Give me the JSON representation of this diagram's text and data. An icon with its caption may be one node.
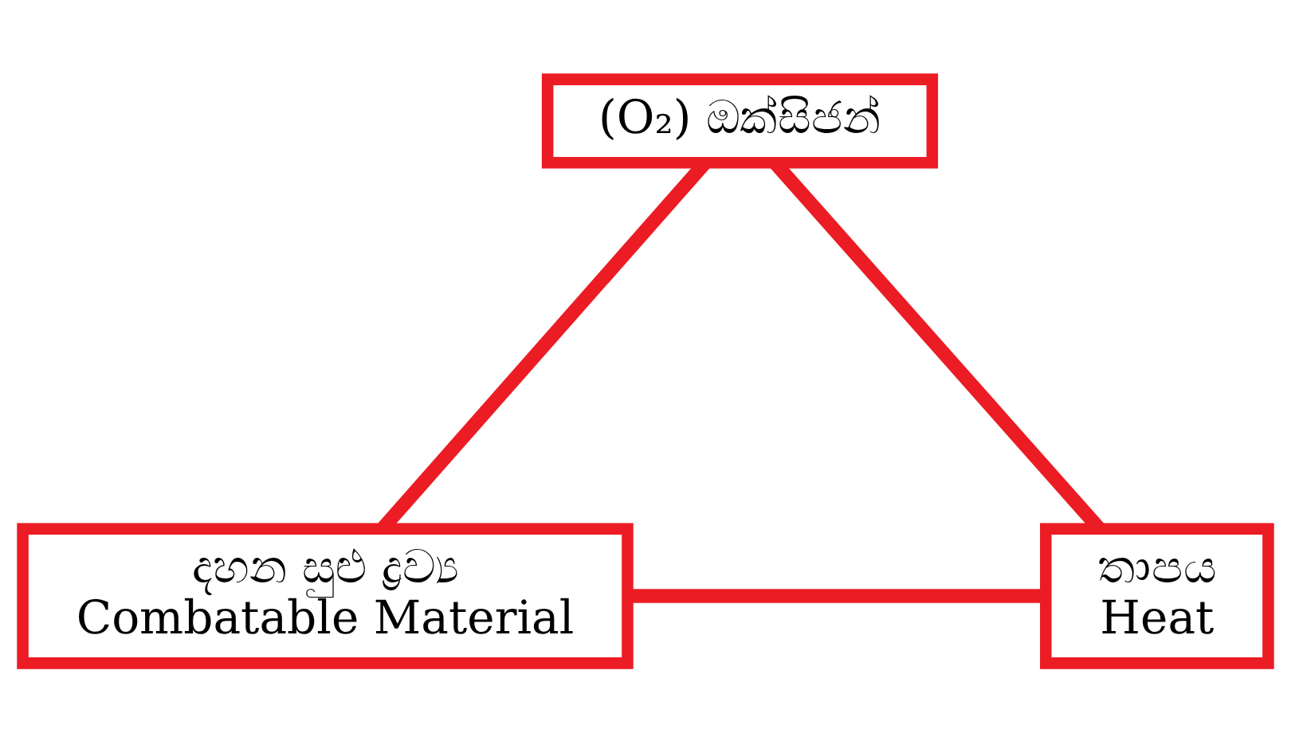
{
  "diagram": {
    "nodes": [
      {
        "text": [
          "(O₂) ඔක්සිජන්"
        ]
      },
      {
        "text": [
          "දහන සුළු ද්‍රව්‍ය",
          "Combatable Material"
        ]
      },
      {
        "text": [
          "තාපය",
          "Heat"
        ]
      }
    ],
    "edges": [
      {
        "from": 1,
        "to": 0,
        "arrow": "none"
      },
      {
        "from": 0,
        "to": 2,
        "arrow": "none"
      },
      {
        "from": 1,
        "to": 2,
        "arrow": "none"
      }
    ]
  }
}
